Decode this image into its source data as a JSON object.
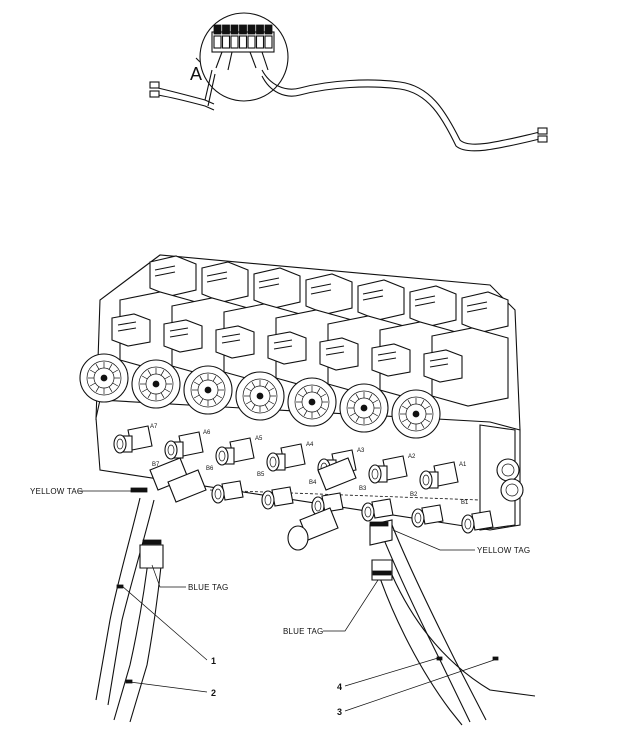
{
  "diagram": {
    "detail_label": "A",
    "callouts": {
      "yellow_tag_left": "YELLOW TAG",
      "blue_tag_left": "BLUE TAG",
      "yellow_tag_right": "YELLOW TAG",
      "blue_tag_right": "BLUE TAG"
    },
    "item_numbers": {
      "item_1": "1",
      "item_2": "2",
      "item_3": "3",
      "item_4": "4"
    },
    "port_labels": {
      "a7": "A7",
      "b7": "B7",
      "a6": "A6",
      "b6": "B6",
      "a5": "A5",
      "b5": "B5",
      "a4": "A4",
      "b4": "B4",
      "a3": "A3",
      "b3": "B3",
      "a2": "A2",
      "b2": "B2",
      "a1": "A1",
      "b1": "B1"
    }
  }
}
